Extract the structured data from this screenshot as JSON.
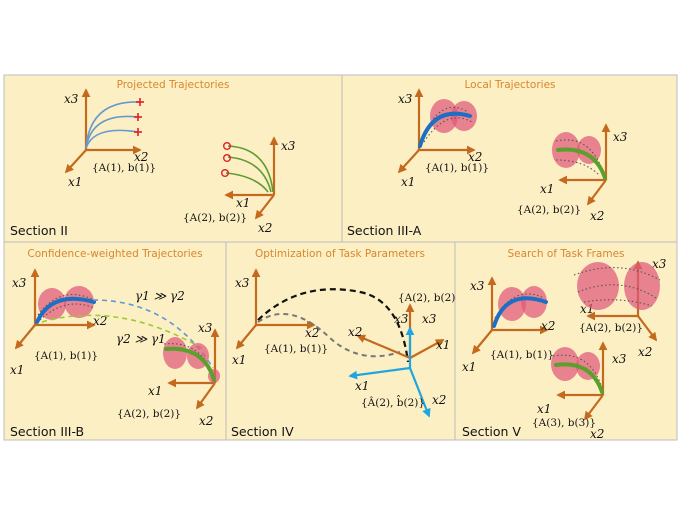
{
  "figure": {
    "panels": {
      "p1": {
        "title": "Projected Trajectories",
        "section": "Section II"
      },
      "p2": {
        "title": "Local Trajectories",
        "section": "Section III-A"
      },
      "p3": {
        "title": "Confidence-weighted Trajectories",
        "section": "Section III-B"
      },
      "p4": {
        "title": "Optimization of Task Parameters",
        "section": "Section IV"
      },
      "p5": {
        "title": "Search of Task Frames",
        "section": "Section V"
      }
    },
    "axis_labels": {
      "x1": "x1",
      "x2": "x2",
      "x3": "x3"
    },
    "frames": {
      "f1": "{A(1), b(1)}",
      "f2": "{A(2), b(2)}",
      "f3": "{A(3), b(3)}",
      "f2_hat": "{Â(2), b̂(2)}"
    },
    "annotations": {
      "g1": "γ1 ≫ γ2",
      "g2": "γ2 ≫ γ1"
    },
    "colors": {
      "panel": "#fcefc4",
      "axis": "#c46a1e",
      "title": "#d9862c",
      "trajectory_blue": "#1c6fc2",
      "trajectory_green": "#5aa02c",
      "gaussian": "#e0587a",
      "optimized_frame": "#1fa6e0"
    }
  }
}
